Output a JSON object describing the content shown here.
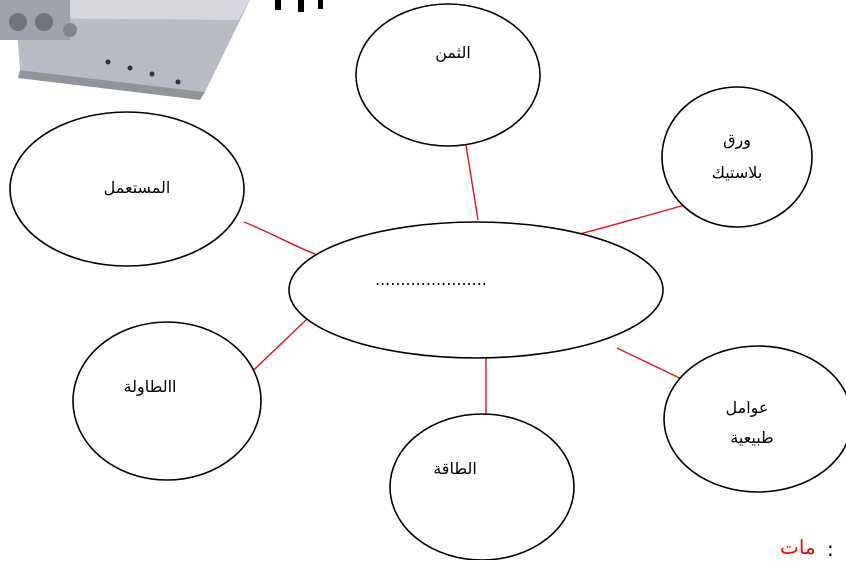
{
  "center": {
    "label": "......................"
  },
  "nodes": {
    "price": "الثمن",
    "material_line1": "ورق",
    "material_line2": "بلاستيك",
    "user": "المستعمل",
    "table": "االطاولة",
    "energy": "الطاقة",
    "natural_line1": "عوامل",
    "natural_line2": "طبيعية"
  },
  "footer": {
    "text": "مات",
    "colon": ":"
  },
  "colors": {
    "connector": "#e0141e",
    "outline": "#000000",
    "footer_text": "#ff0000"
  }
}
